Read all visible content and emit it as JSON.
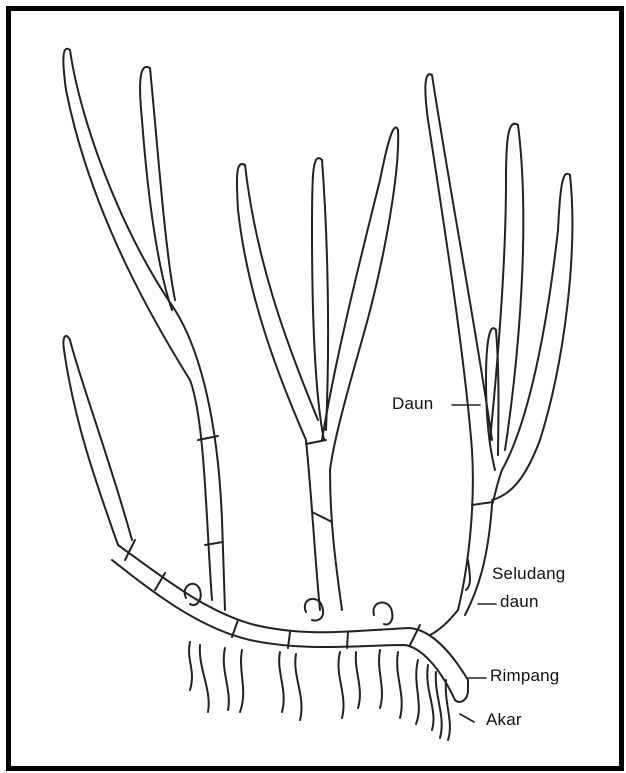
{
  "figure": {
    "labels": {
      "leaf": "Daun",
      "sheath_line1": "Seludang",
      "sheath_line2": "daun",
      "rhizome": "Rimpang",
      "root": "Akar"
    }
  }
}
